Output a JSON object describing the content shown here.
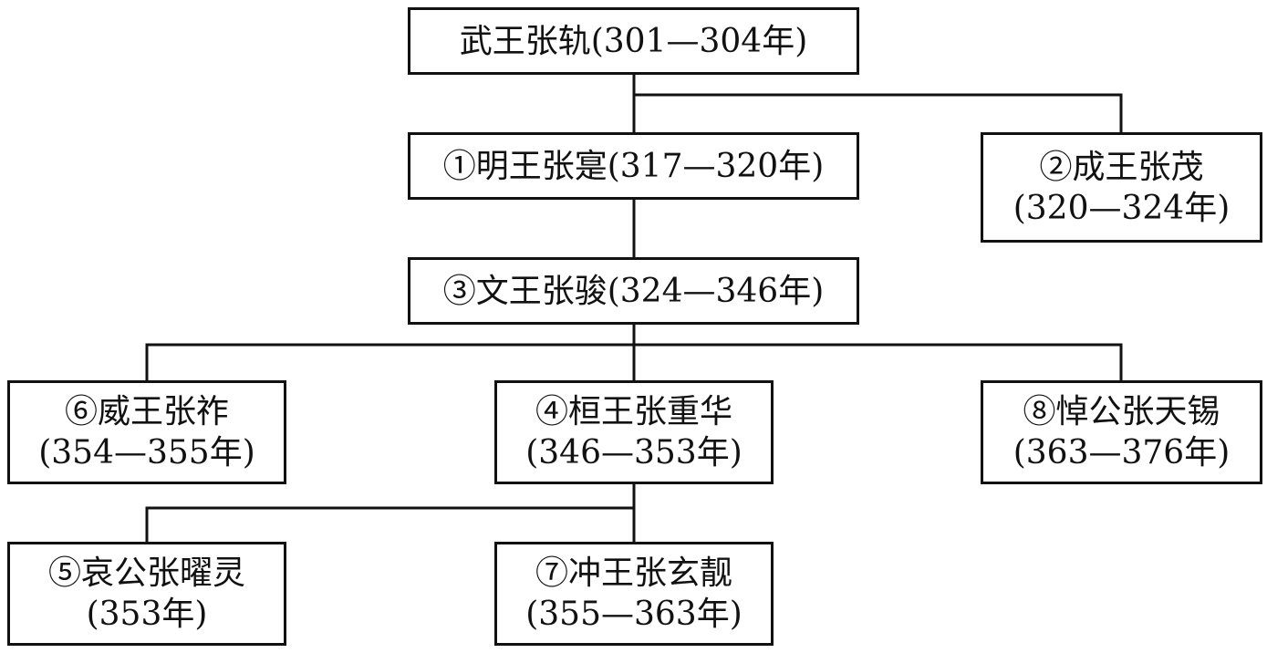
{
  "nodes": {
    "zhanggui": {
      "line1": "武王张轨(301—304年)"
    },
    "zhangshi": {
      "line1": "①明王张寔(317—320年)"
    },
    "zhangmao": {
      "line1": "②成王张茂",
      "line2": "(320—324年)"
    },
    "zhangjun": {
      "line1": "③文王张骏(324—346年)"
    },
    "zhangchonghua": {
      "line1": "④桓王张重华",
      "line2": "(346—353年)"
    },
    "zhangyaoling": {
      "line1": "⑤哀公张曜灵",
      "line2": "(353年)"
    },
    "zhangzuo": {
      "line1": "⑥威王张祚",
      "line2": "(354—355年)"
    },
    "zhangxuanjing": {
      "line1": "⑦冲王张玄靓",
      "line2": "(355—363年)"
    },
    "zhangtianxi": {
      "line1": "⑧悼公张天锡",
      "line2": "(363—376年)"
    }
  },
  "edges": [
    {
      "from": "zhanggui",
      "to": "zhangshi"
    },
    {
      "from": "zhanggui",
      "to": "zhangmao"
    },
    {
      "from": "zhangshi",
      "to": "zhangjun"
    },
    {
      "from": "zhangjun",
      "to": "zhangzuo"
    },
    {
      "from": "zhangjun",
      "to": "zhangchonghua"
    },
    {
      "from": "zhangjun",
      "to": "zhangtianxi"
    },
    {
      "from": "zhangchonghua",
      "to": "zhangyaoling"
    },
    {
      "from": "zhangchonghua",
      "to": "zhangxuanjing"
    }
  ]
}
